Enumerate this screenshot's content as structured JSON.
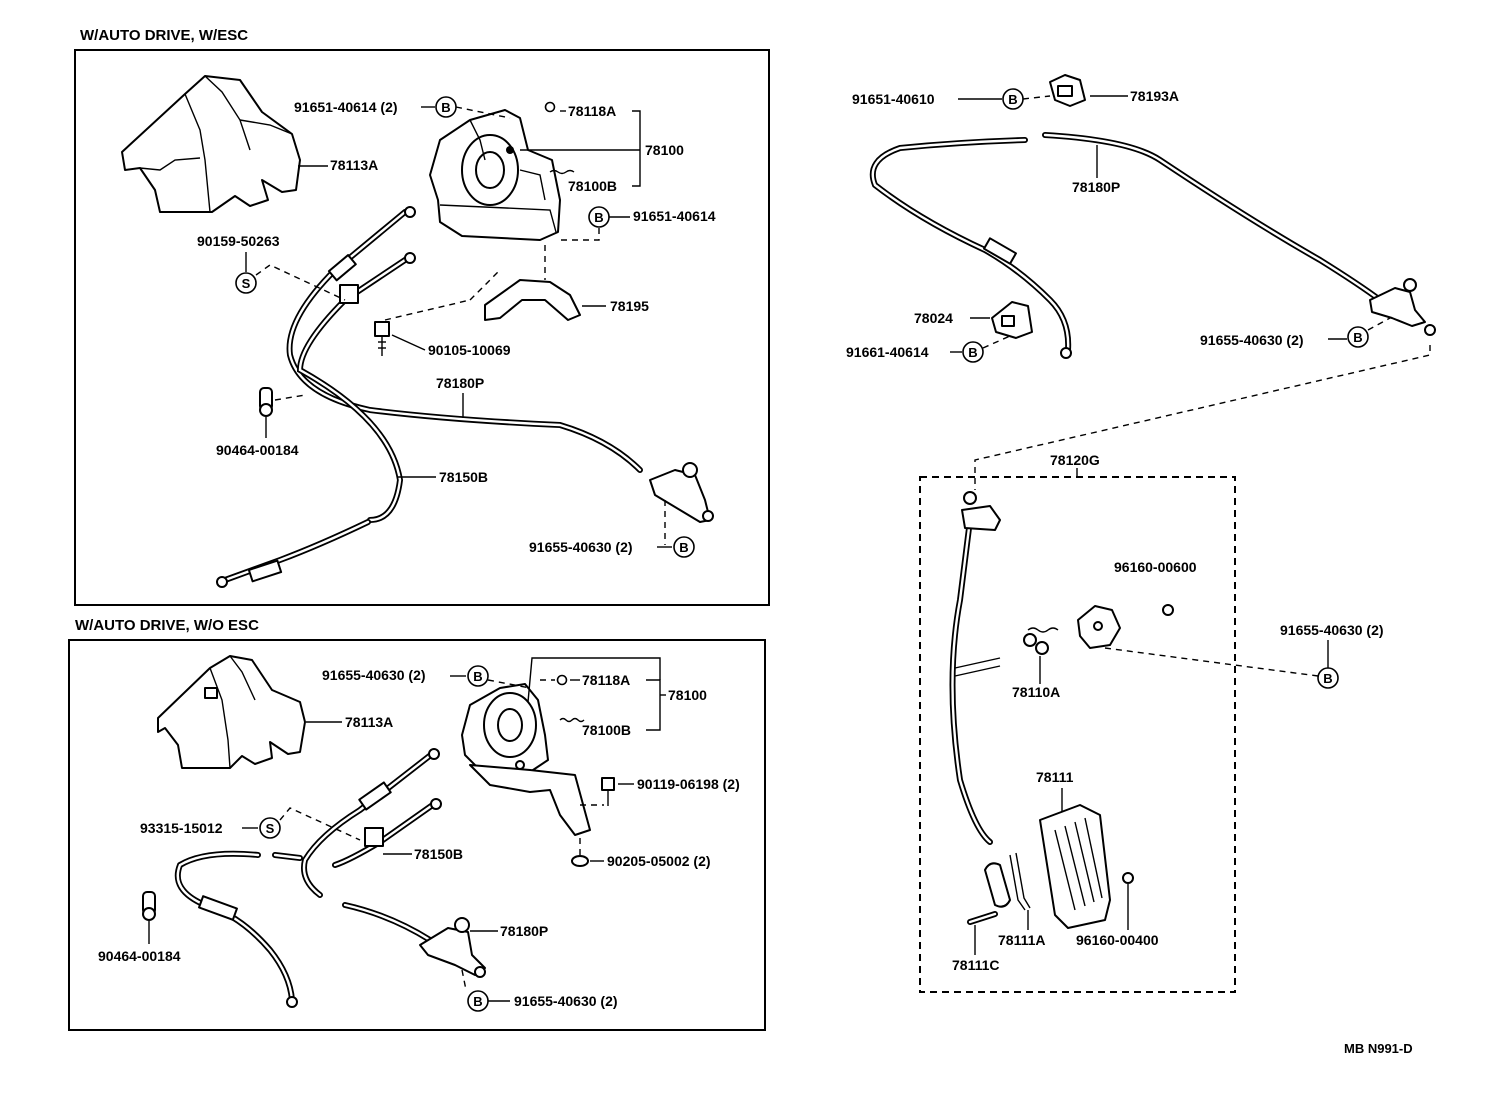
{
  "sections": {
    "esc_title": "W/AUTO DRIVE, W/ESC",
    "no_esc_title": "W/AUTO DRIVE, W/O ESC"
  },
  "symbols": {
    "b": "B",
    "s": "S"
  },
  "labels": {
    "esc": {
      "p91651_40614_2": "91651-40614 (2)",
      "p78118a": "78118A",
      "p78100": "78100",
      "p78100b": "78100B",
      "p78113a": "78113A",
      "p91651_40614": "91651-40614",
      "p90159_50263": "90159-50263",
      "p78195": "78195",
      "p90105_10069": "90105-10069",
      "p78180p": "78180P",
      "p90464_00184": "90464-00184",
      "p78150b": "78150B",
      "p91655_40630_2": "91655-40630 (2)"
    },
    "no_esc": {
      "p91655_40630_2_top": "91655-40630 (2)",
      "p78118a": "78118A",
      "p78100": "78100",
      "p78100b": "78100B",
      "p78113a": "78113A",
      "p90119_06198_2": "90119-06198 (2)",
      "p93315_15012": "93315-15012",
      "p78150b": "78150B",
      "p90205_05002_2": "90205-05002 (2)",
      "p78180p": "78180P",
      "p90464_00184": "90464-00184",
      "p91655_40630_2": "91655-40630 (2)"
    },
    "right": {
      "p91651_40610": "91651-40610",
      "p78193a": "78193A",
      "p78180p": "78180P",
      "p78024": "78024",
      "p91661_40614": "91661-40614",
      "p91655_40630_2": "91655-40630 (2)",
      "p78120g": "78120G",
      "p96160_00600": "96160-00600",
      "p91655_40630_2b": "91655-40630 (2)",
      "p78110a": "78110A",
      "p78111": "78111",
      "p78111a": "78111A",
      "p96160_00400": "96160-00400",
      "p78111c": "78111C"
    }
  },
  "diagram_code": "MB N991-D"
}
